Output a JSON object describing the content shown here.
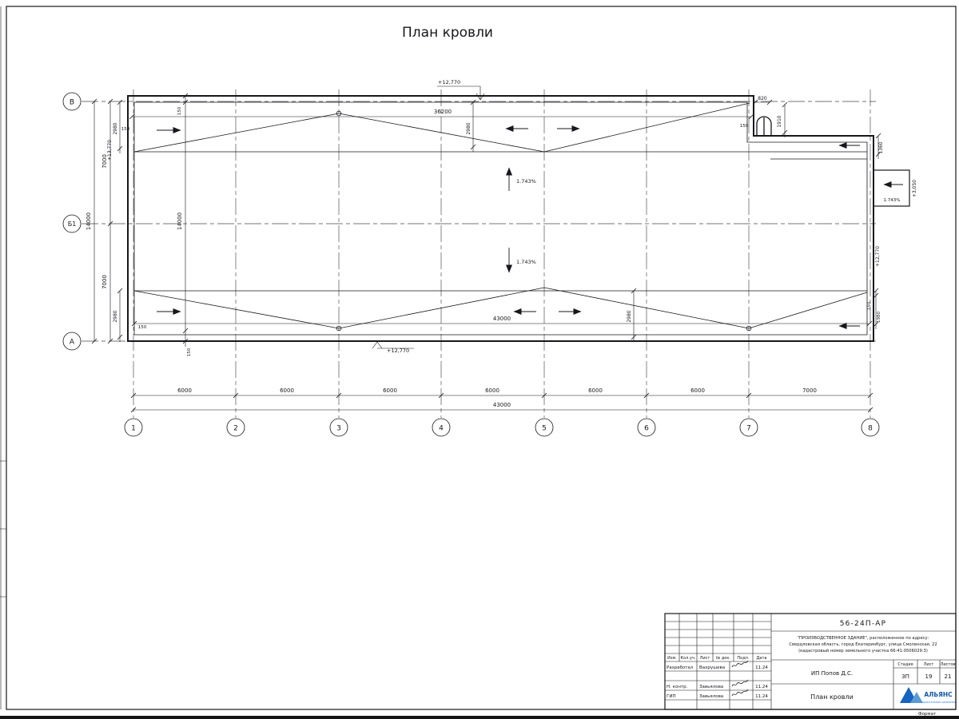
{
  "page": {
    "title": "План кровли",
    "format_label": "Формат"
  },
  "plan": {
    "axes_h": [
      "1",
      "2",
      "3",
      "4",
      "5",
      "6",
      "7",
      "8"
    ],
    "axes_v": [
      "В",
      "Б1",
      "А"
    ],
    "bottom_spans": [
      "6000",
      "6000",
      "6000",
      "6000",
      "6000",
      "6000",
      "7000"
    ],
    "dim": {
      "total_width": "43000",
      "top_width": "36200",
      "half_height": "7000",
      "full_height": "14000",
      "band": "2980",
      "parapet": "150",
      "step_width": "820",
      "step_height": "1910",
      "notch_band": "1360",
      "right_band": "1980"
    },
    "marks": {
      "roof_elevation": "+12,770",
      "high_elevation": "+13,770",
      "platform_elevation": "+3,050",
      "slope": "1.743%"
    }
  },
  "titleblock": {
    "doc_number": "56-24П-АР",
    "project_line1": "\"ПРОИЗВОДСТВЕННОЕ ЗДАНИЕ\", расположенное по адресу:",
    "project_line2": "Свердловская область, город Екатеринбург, улица Смоленская, 22",
    "project_line3": "(кадастровый номер земельного участка 66:41:0506029:3)",
    "header_cols": [
      "Изм.",
      "Кол.уч.",
      "Лист",
      "№ док.",
      "Подп.",
      "Дата"
    ],
    "rows": [
      {
        "role": "Разработал",
        "name": "Вахрушева",
        "date": "11.24"
      },
      {
        "role": "Н. контр.",
        "name": "Завьялова",
        "date": "11.24"
      },
      {
        "role": "ГИП",
        "name": "Завьялова",
        "date": "11.24"
      }
    ],
    "client": "ИП Попов Д.С.",
    "stage_label": "Стадия",
    "sheet_label": "Лист",
    "sheets_label": "Листов",
    "stage_value": "ЗП",
    "sheet_value": "19",
    "sheets_value": "21",
    "sheet_title": "План кровли",
    "logo_text": "АЛЬЯНС",
    "logo_sub": "строительная компания"
  }
}
